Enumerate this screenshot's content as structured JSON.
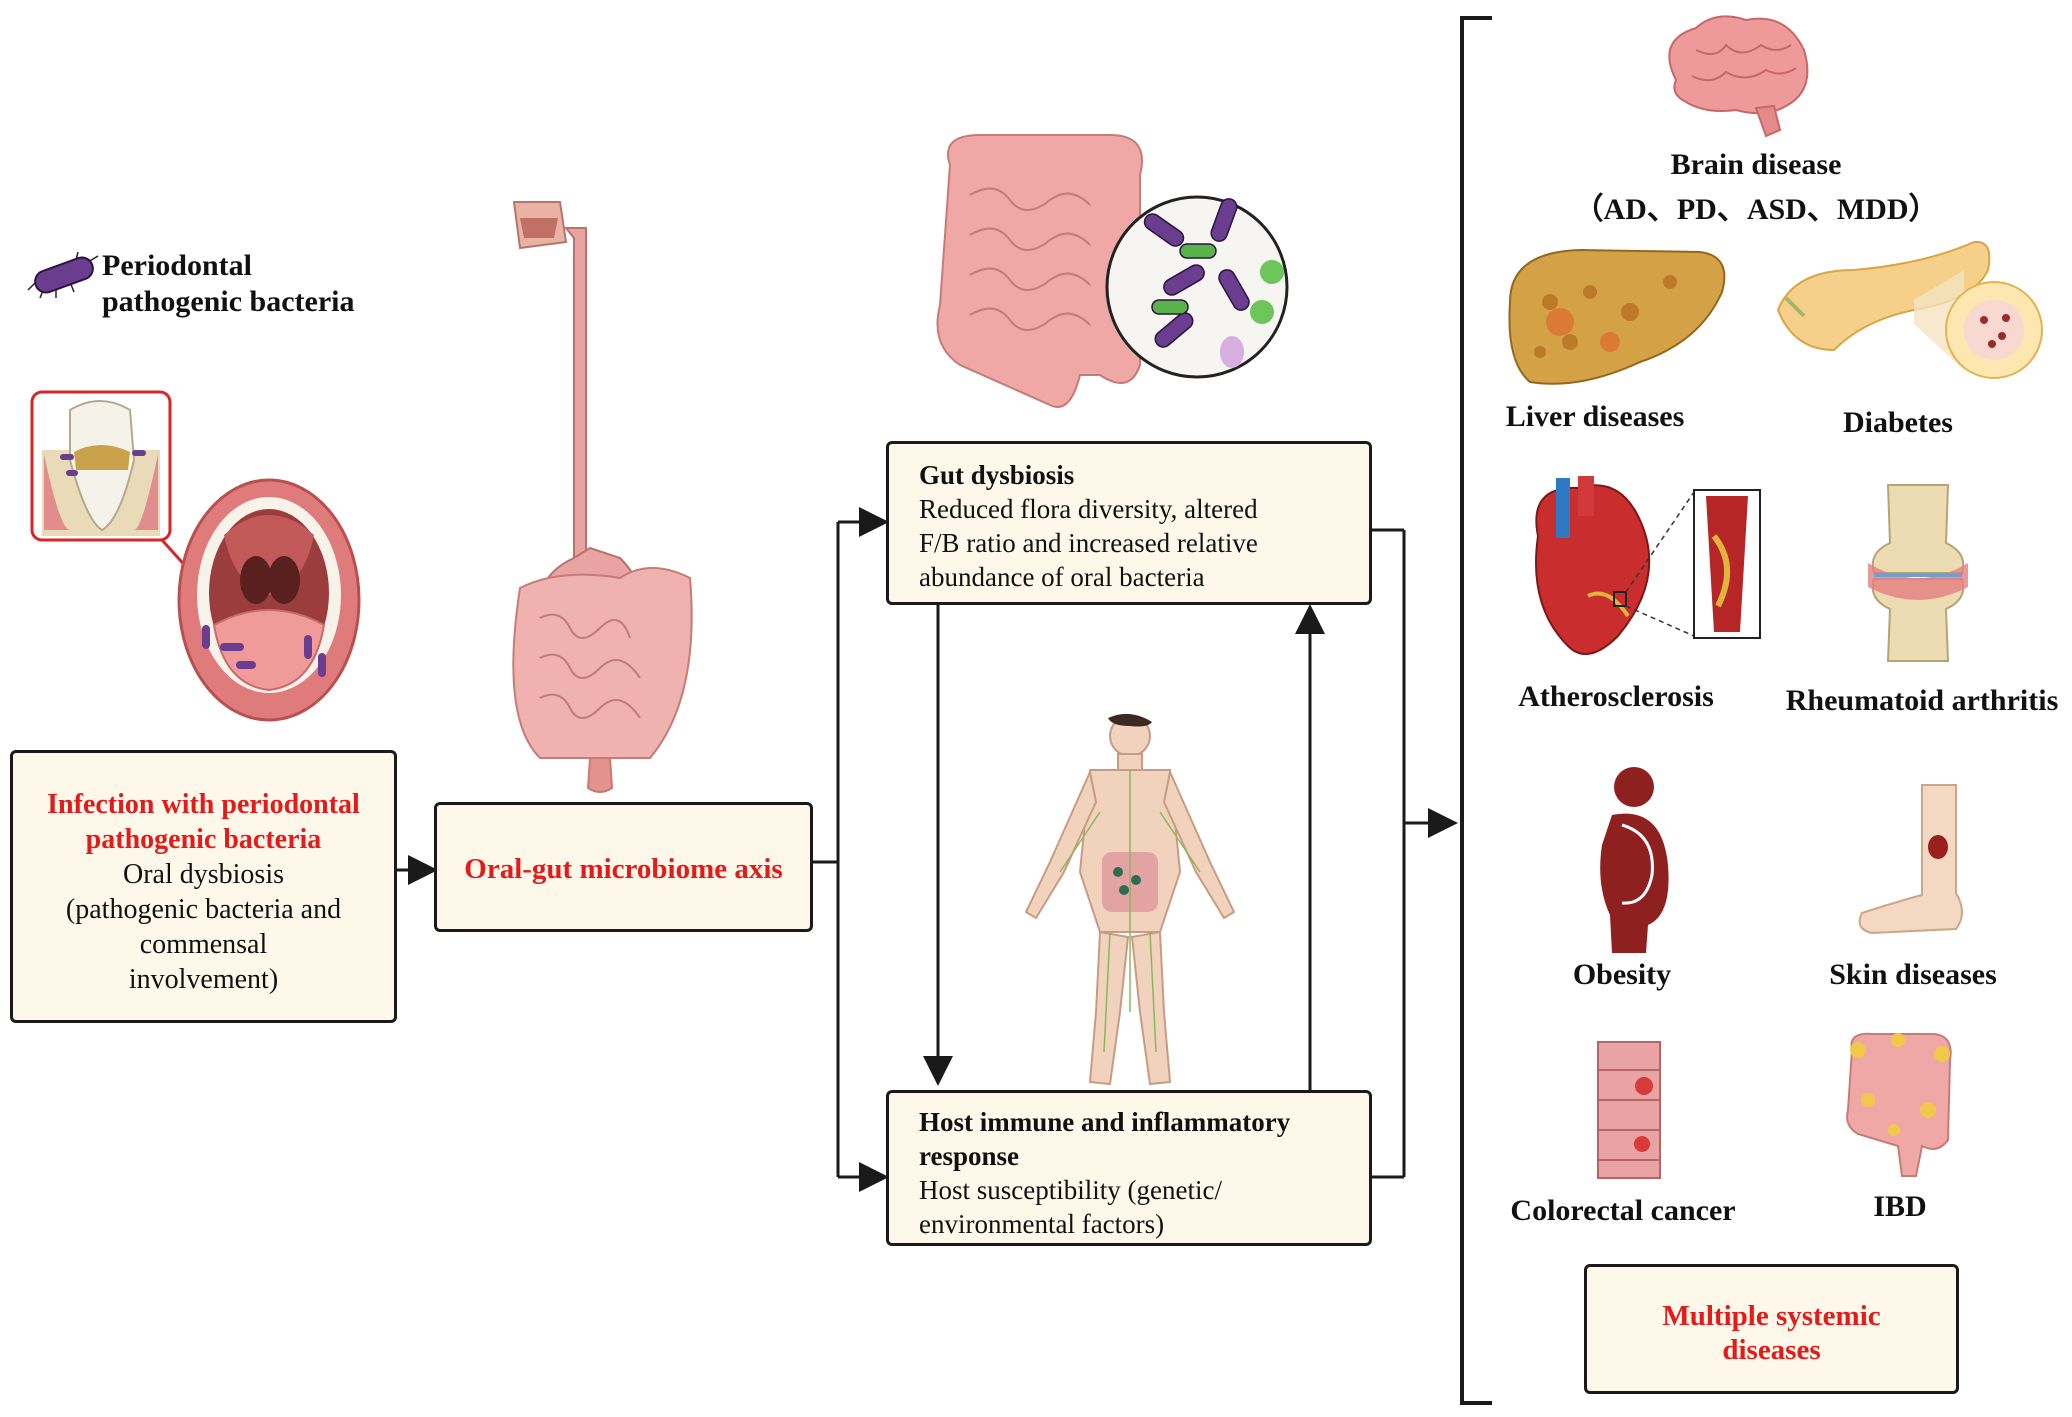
{
  "legend": {
    "label_line1": "Periodontal",
    "label_line2": "pathogenic bacteria"
  },
  "infection_box": {
    "title_line1": "Infection with periodontal",
    "title_line2": "pathogenic bacteria",
    "line1": "Oral dysbiosis",
    "line2": "(pathogenic bacteria and",
    "line3": "commensal",
    "line4": "involvement)"
  },
  "axis_box": {
    "title": "Oral-gut microbiome axis"
  },
  "gut_box": {
    "title": "Gut dysbiosis",
    "line1": "Reduced flora diversity, altered",
    "line2": "F/B ratio and increased relative",
    "line3": "abundance of oral bacteria"
  },
  "host_box": {
    "title_line1": "Host immune and inflammatory",
    "title_line2": "response",
    "line1": "Host susceptibility (genetic/",
    "line2": "environmental factors)"
  },
  "diseases": {
    "brain": "Brain disease",
    "brain_sub": "（AD、PD、ASD、MDD）",
    "liver": "Liver diseases",
    "diabetes": "Diabetes",
    "athero": "Atherosclerosis",
    "ra": "Rheumatoid arthritis",
    "obesity": "Obesity",
    "skin": "Skin diseases",
    "crc": "Colorectal cancer",
    "ibd": "IBD"
  },
  "systemic_box": {
    "line1": "Multiple systemic",
    "line2": "diseases"
  },
  "colors": {
    "accent_red": "#e31b1b",
    "box_fill": "#fdf8ea",
    "bacteria_purple": "#6a3d8f",
    "tissue_pink": "#e9a3a3"
  },
  "icons": [
    "bacteria-icon",
    "tooth-icon",
    "mouth-icon",
    "digestive-tract-icon",
    "intestine-icon",
    "microbe-magnifier-icon",
    "human-body-icon",
    "brain-icon",
    "liver-icon",
    "pancreas-icon",
    "heart-icon",
    "knee-joint-icon",
    "obesity-silhouette-icon",
    "leg-skin-icon",
    "colon-tumor-icon",
    "inflamed-intestine-icon"
  ]
}
